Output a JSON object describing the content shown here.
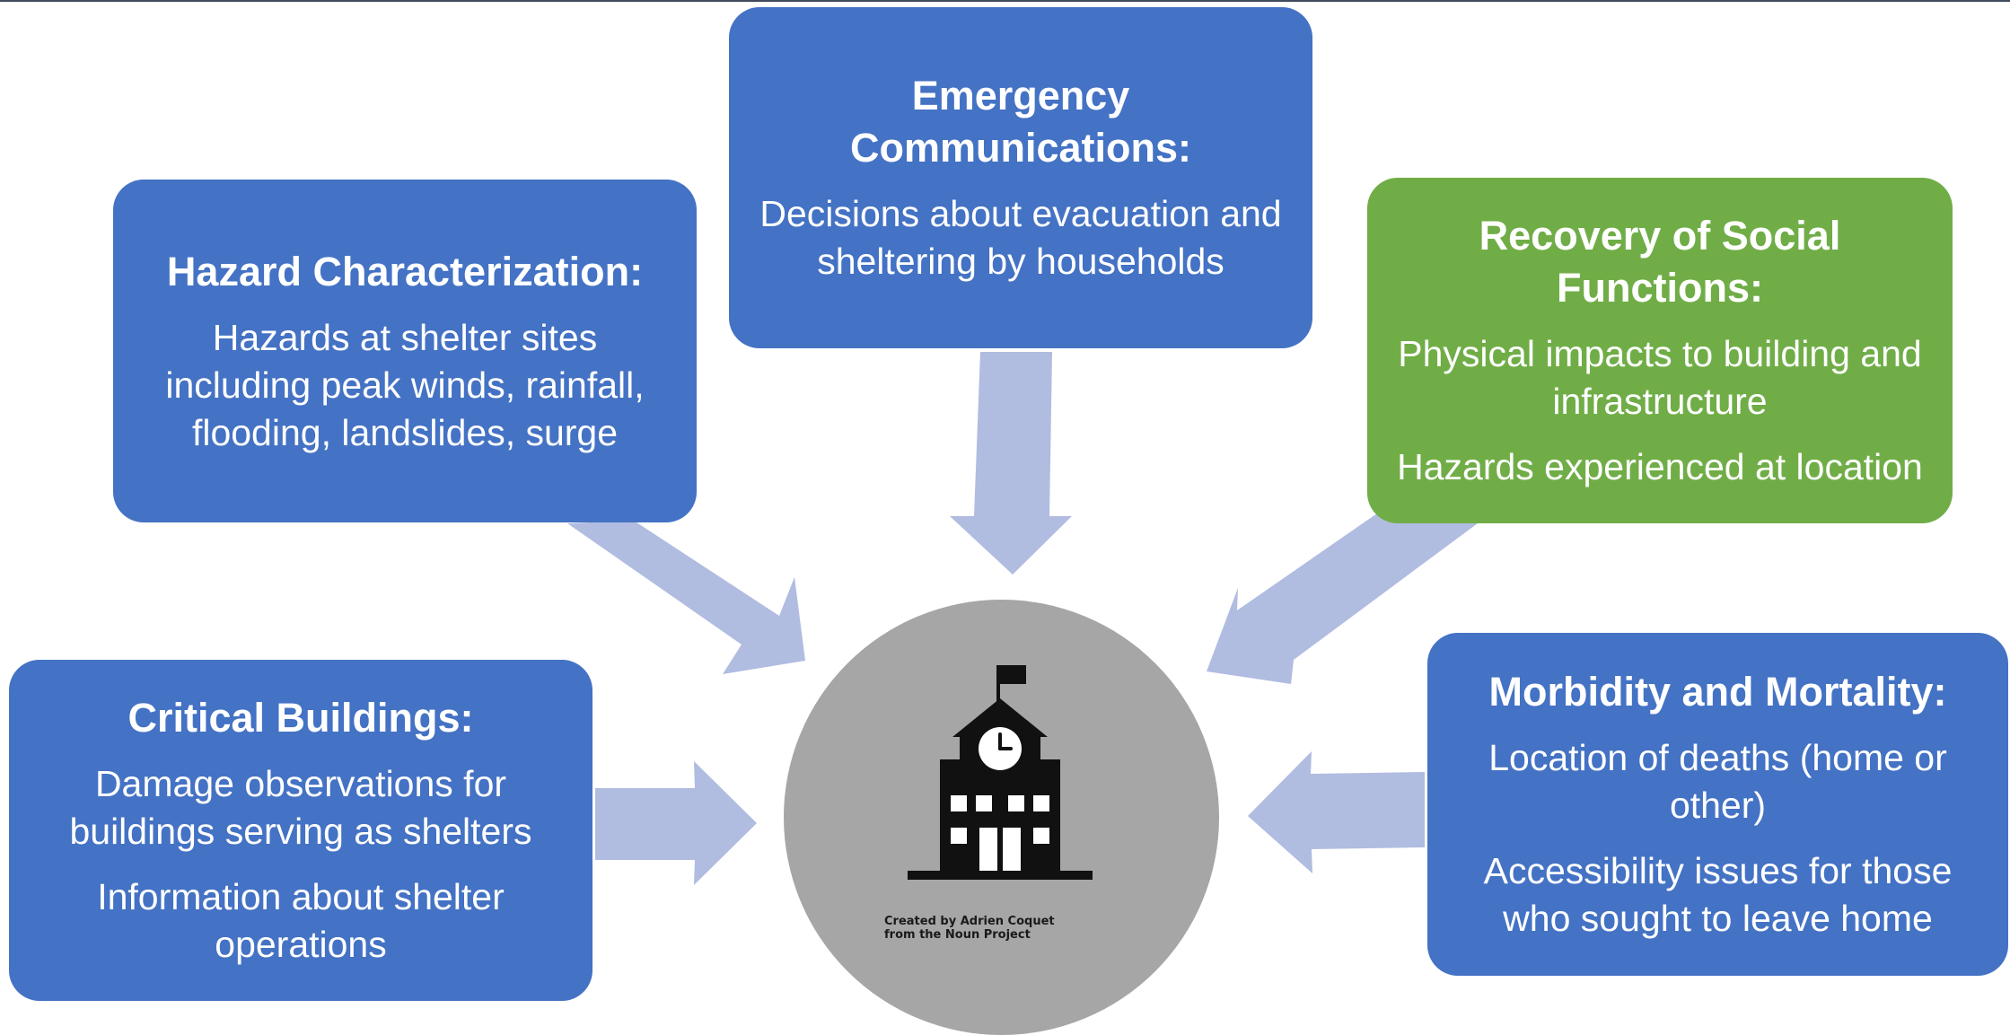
{
  "diagram": {
    "boxes": {
      "emergency": {
        "title": [
          "Emergency",
          "Communications:"
        ],
        "lines": [
          "Decisions about evacuation and sheltering by households"
        ]
      },
      "hazard": {
        "title": [
          "Hazard Characterization:"
        ],
        "lines": [
          "Hazards at shelter sites including peak winds, rainfall, flooding, landslides, surge"
        ]
      },
      "recovery": {
        "title": [
          "Recovery of Social",
          "Functions:"
        ],
        "lines": [
          "Physical impacts to building and infrastructure",
          "Hazards experienced at location"
        ]
      },
      "critical": {
        "title": [
          "Critical Buildings:"
        ],
        "lines": [
          "Damage observations for buildings serving as shelters",
          "Information about shelter operations"
        ]
      },
      "morbidity": {
        "title": [
          "Morbidity and Mortality:"
        ],
        "lines": [
          "Location of deaths (home or other)",
          "Accessibility issues for those who sought to leave home"
        ]
      }
    },
    "center": {
      "icon": "school-building-icon",
      "credit": [
        "Created by Adrien Coquet",
        "from the Noun Project"
      ]
    }
  },
  "colors": {
    "box_blue": "#4472c4",
    "box_green": "#70ad47",
    "arrow": "#b0bce0",
    "circle": "#a6a6a6",
    "icon": "#111111"
  }
}
